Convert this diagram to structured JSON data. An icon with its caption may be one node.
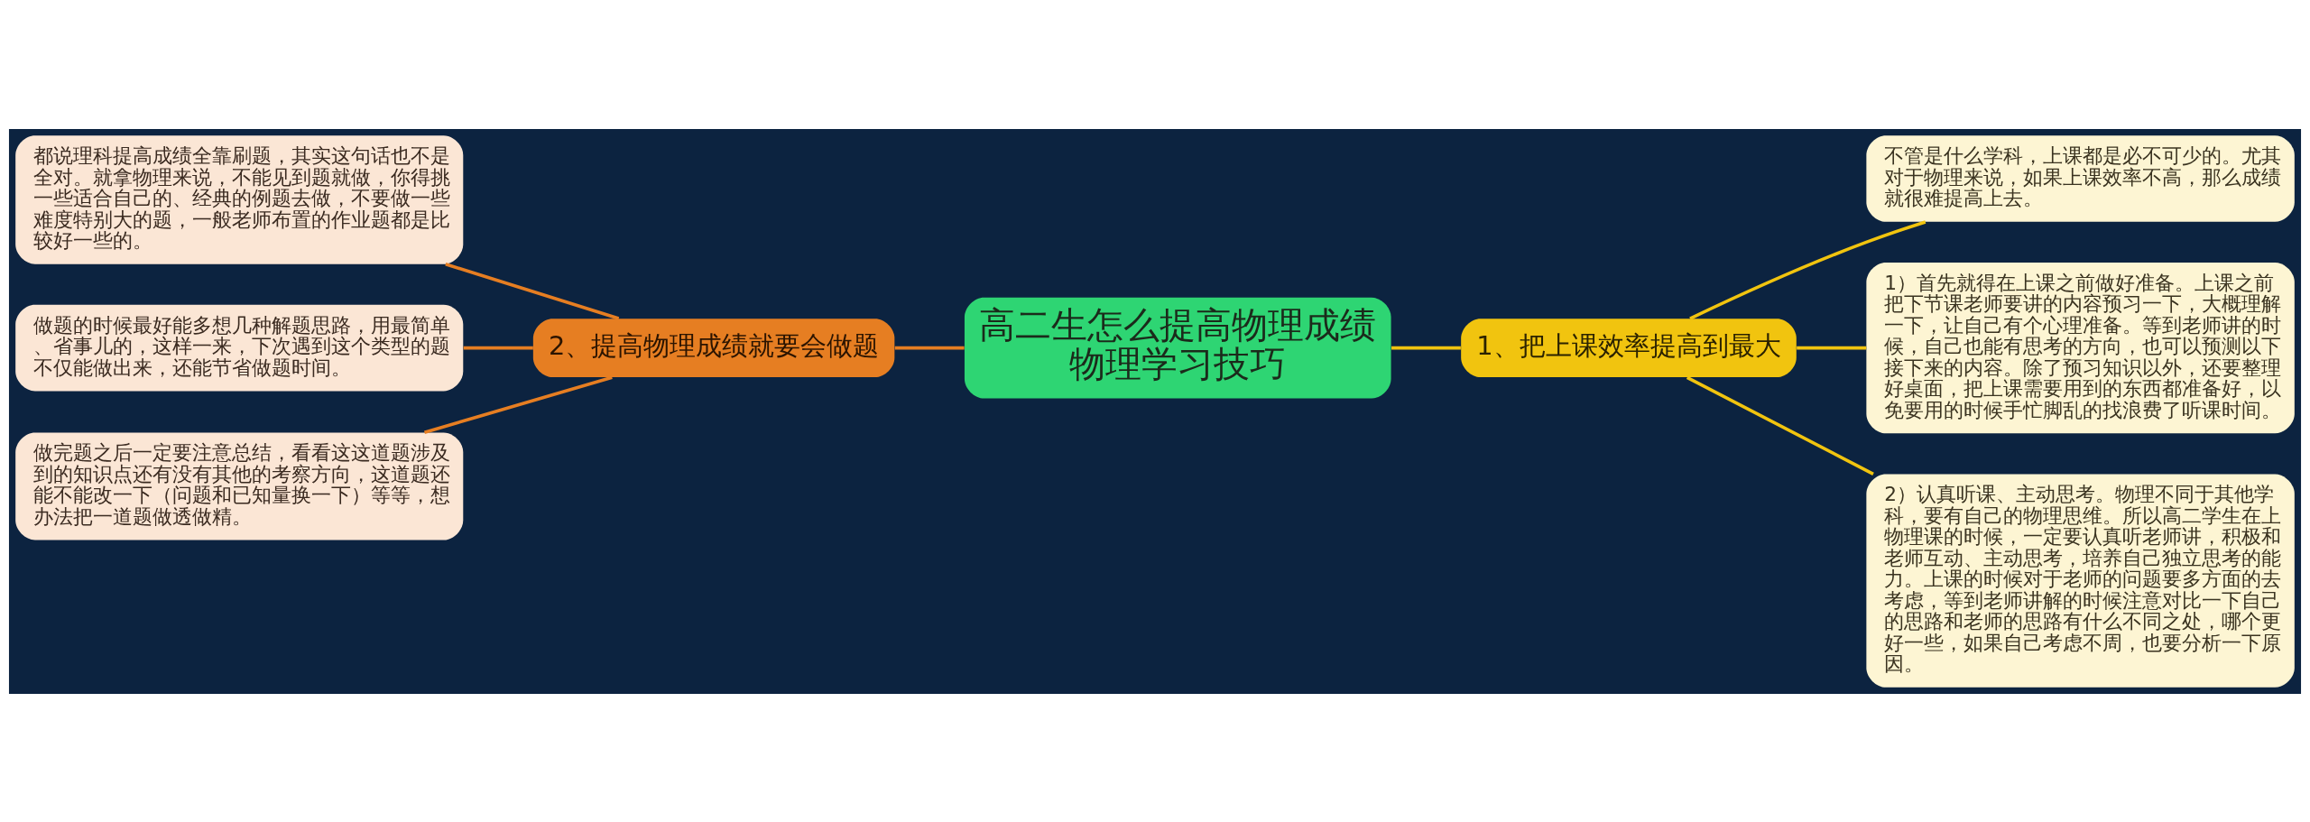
{
  "diagram": {
    "nodes": [
      {
        "text": [
          "高二生怎么提高物理成绩物理学习技巧"
        ]
      },
      {
        "text": [
          "1、把上课效率提高到最大"
        ]
      },
      {
        "text": [
          "不管是什么学科，上课都是必不可少的。尤其对于物理来说，如果上课效率不高，那么成绩就很难提高上去。"
        ]
      },
      {
        "text": [
          "1）首先就得在上课之前做好准备。上课之前把下节课老师要讲的内容预习一下，大概理解一下，让自己有个心理准备。等到老师讲的时候，自己也能有思考的方向，也可以预测以下接下来的内容。除了预习知识以外，还要整理好桌面，把上课需要用到的东西都准备好，以免要用的时候手忙脚乱的找浪费了听课时间。"
        ]
      },
      {
        "text": [
          "2）认真听课、主动思考。物理不同于其他学科，要有自己的物理思维。所以高二学生在上物理课的时候，一定要认真听老师讲，积极和老师互动、主动思考，培养自己独立思考的能力。上课的时候对于老师的问题要多方面的去考虑，等到老师讲解的时候注意对比一下自己的思路和老师的思路有什么不同之处，哪个更好一些，如果自己考虑不周，也要分析一下原因。"
        ]
      },
      {
        "text": [
          "2、提高物理成绩就要会做题"
        ]
      },
      {
        "text": [
          "都说理科提高成绩全靠刷题，其实这句话也不是全对。就拿物理来说，不能见到题就做，你得挑一些适合自己的、经典的例题去做，不要做一些难度特别大的题，一般老师布置的作业题都是比较好一些的。"
        ]
      },
      {
        "text": [
          "做题的时候最好能多想几种解题思路，用最简单、省事儿的，这样一来，下次遇到这个类型的题不仅能做出来，还能节省做题时间。"
        ]
      },
      {
        "text": [
          "做完题之后一定要注意总结，看看这这道题涉及到的知识点还有没有其他的考察方向，这道题还能不能改一下（问题和已知量换一下）等等，想办法把一道题做透做精。"
        ]
      }
    ],
    "edges": [
      {
        "from": 0,
        "to": 1,
        "arrow": "none",
        "color": "#f1c40f"
      },
      {
        "from": 1,
        "to": 2,
        "arrow": "none",
        "color": "#f1c40f"
      },
      {
        "from": 1,
        "to": 3,
        "arrow": "none",
        "color": "#f1c40f"
      },
      {
        "from": 1,
        "to": 4,
        "arrow": "none",
        "color": "#f1c40f"
      },
      {
        "from": 0,
        "to": 5,
        "arrow": "none",
        "color": "#e67e22"
      },
      {
        "from": 5,
        "to": 6,
        "arrow": "none",
        "color": "#e67e22"
      },
      {
        "from": 5,
        "to": 7,
        "arrow": "none",
        "color": "#e67e22"
      },
      {
        "from": 5,
        "to": 8,
        "arrow": "none",
        "color": "#e67e22"
      }
    ]
  }
}
